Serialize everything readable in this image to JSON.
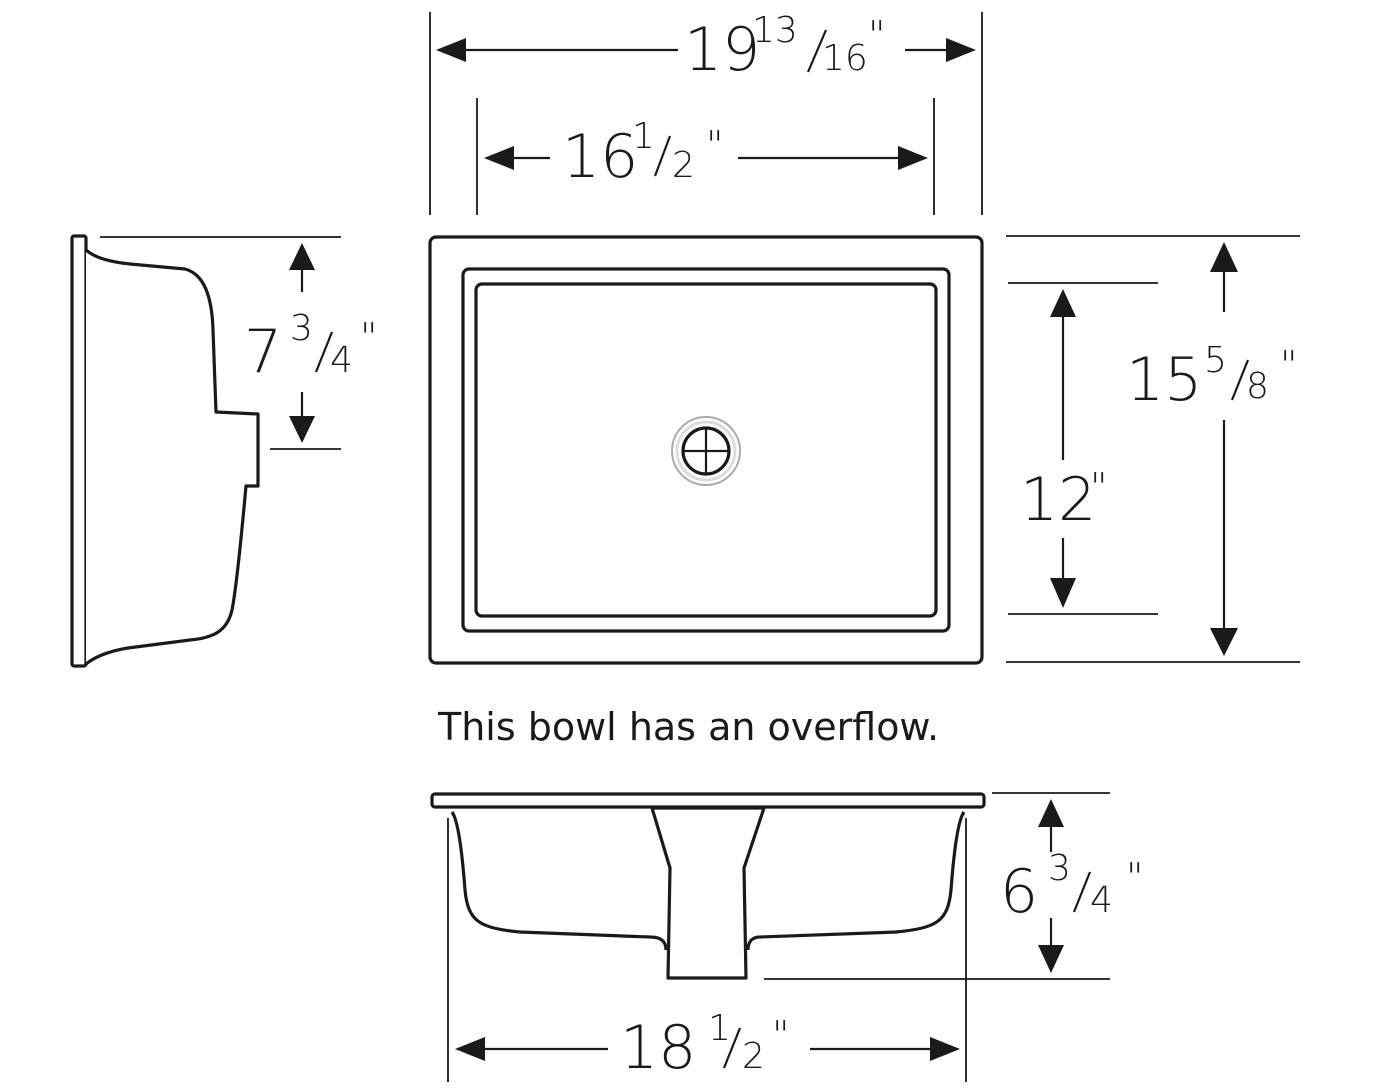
{
  "dimensions": {
    "top_overall": {
      "whole": "19",
      "num": "13",
      "den": "16",
      "unit": "\""
    },
    "top_inner": {
      "whole": "16",
      "num": "1",
      "den": "2",
      "unit": "\""
    },
    "side_depth": {
      "whole": "7",
      "num": "3",
      "den": "4",
      "unit": "\""
    },
    "right_inner": {
      "whole": "12",
      "unit": "\""
    },
    "right_overall": {
      "whole": "15",
      "num": "5",
      "den": "8",
      "unit": "\""
    },
    "front_depth": {
      "whole": "6",
      "num": "3",
      "den": "4",
      "unit": "\""
    },
    "front_width": {
      "whole": "18",
      "num": "1",
      "den": "2",
      "unit": "\""
    }
  },
  "note": "This bowl has an overflow."
}
